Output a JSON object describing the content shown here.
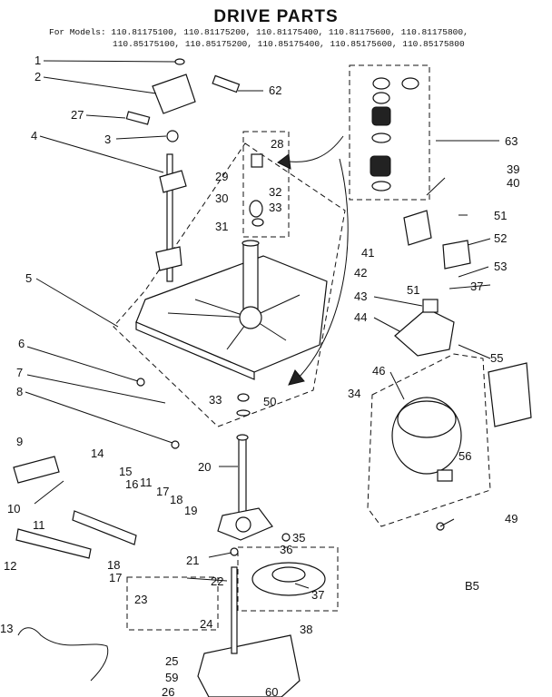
{
  "title": "DRIVE PARTS",
  "models_line_1": "For Models: 110.81175100, 110.81175200, 110.81175400, 110.81175600, 110.81175800,",
  "models_line_2": "110.85175100, 110.85175200, 110.85175400, 110.85175600, 110.85175800",
  "page_code": "B5",
  "callouts": [
    "1",
    "2",
    "3",
    "4",
    "5",
    "6",
    "7",
    "8",
    "9",
    "10",
    "11",
    "11",
    "12",
    "13",
    "14",
    "15",
    "16",
    "17",
    "17",
    "18",
    "18",
    "19",
    "20",
    "21",
    "22",
    "23",
    "24",
    "25",
    "26",
    "27",
    "28",
    "29",
    "30",
    "31",
    "32",
    "33",
    "33",
    "34",
    "35",
    "36",
    "37",
    "37",
    "38",
    "39",
    "40",
    "41",
    "42",
    "43",
    "44",
    "46",
    "49",
    "50",
    "51",
    "51",
    "52",
    "53",
    "55",
    "56",
    "59",
    "60",
    "62",
    "63"
  ]
}
